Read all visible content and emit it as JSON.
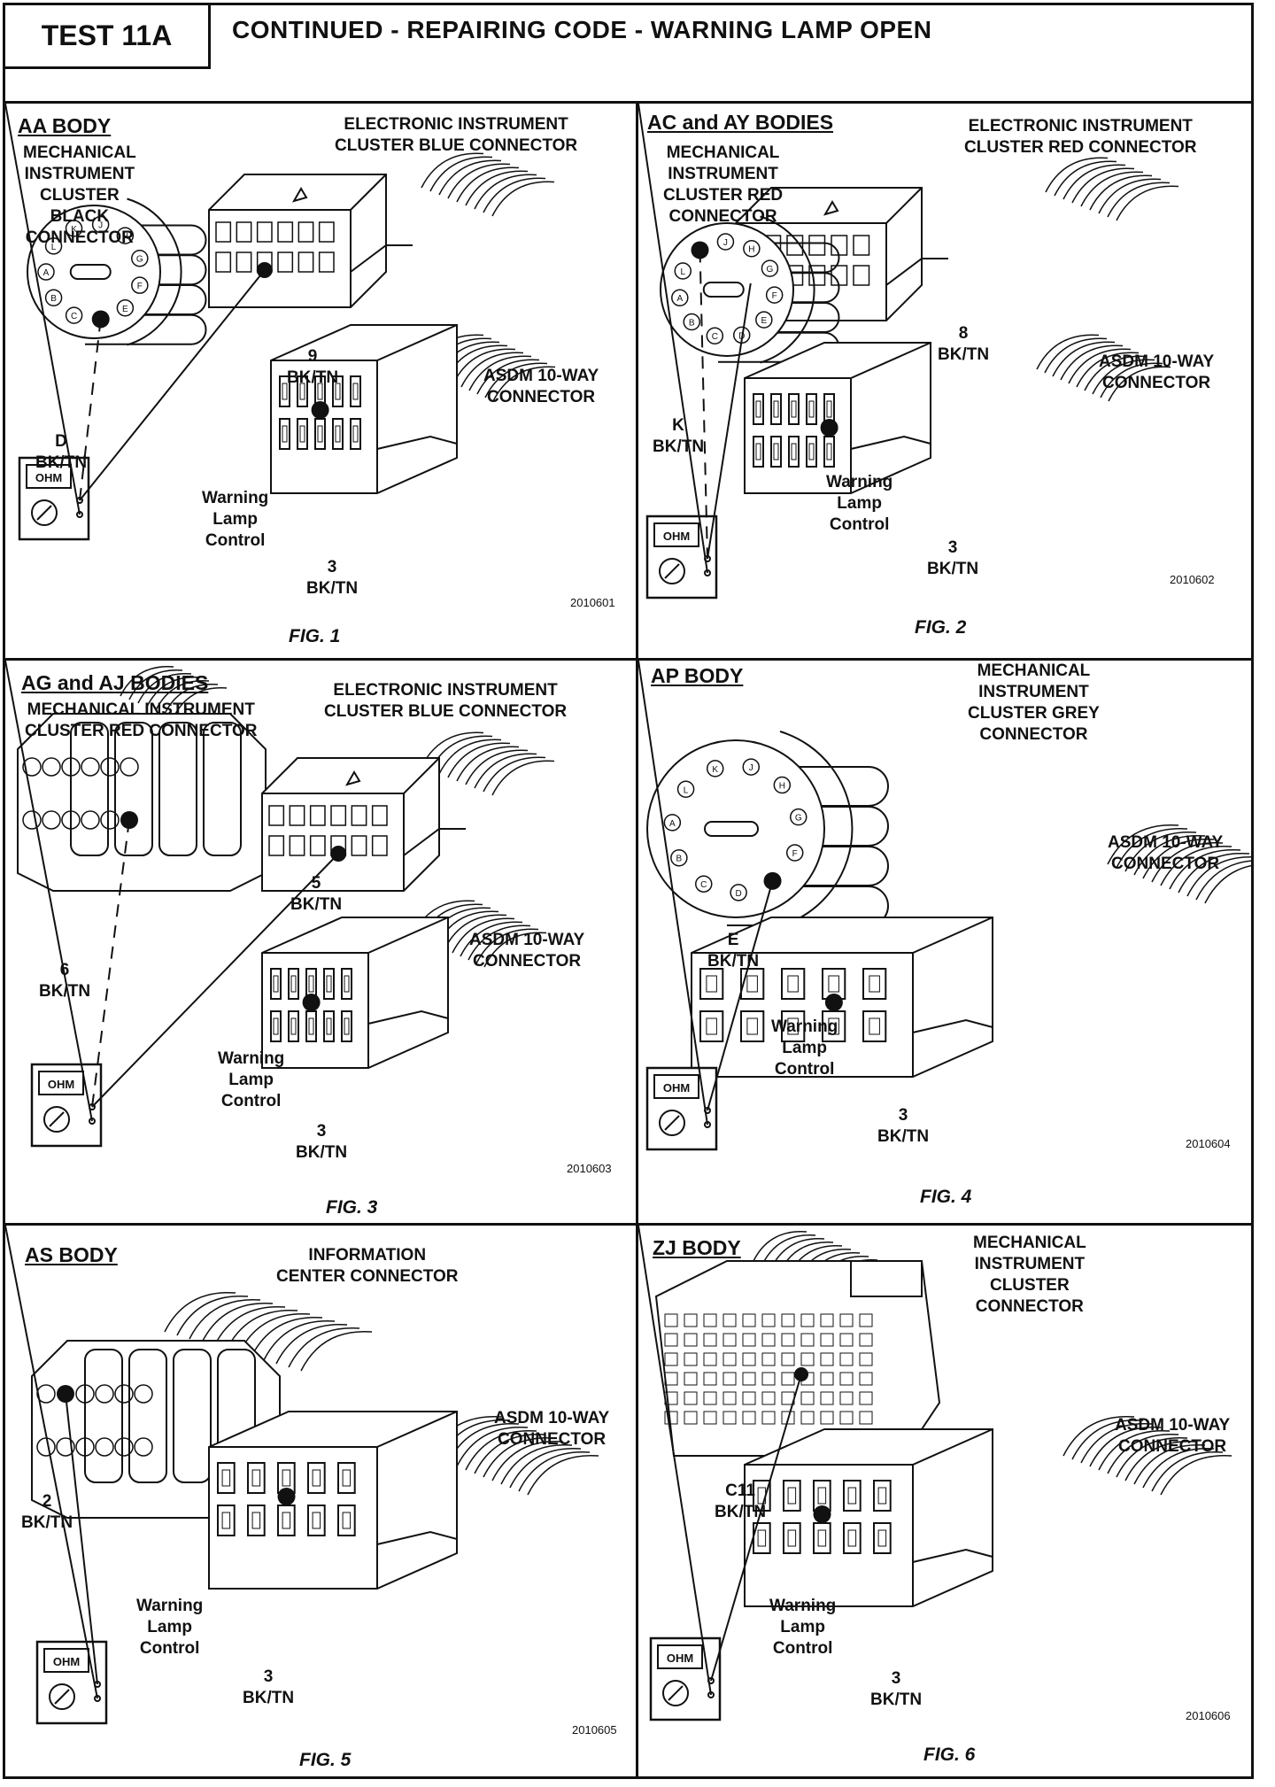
{
  "header": {
    "test_label": "TEST 11A",
    "title": "CONTINUED - REPAIRING CODE - WARNING LAMP OPEN"
  },
  "panels": [
    {
      "body_title": "AA BODY",
      "mech_label": "MECHANICAL\nINSTRUMENT\nCLUSTER\nBLACK\nCONNECTOR",
      "elec_label": "ELECTRONIC INSTRUMENT\nCLUSTER BLUE CONNECTOR",
      "asdm_label": "ASDM 10-WAY\nCONNECTOR",
      "pin_a": "D\nBK/TN",
      "pin_b": "9\nBK/TN",
      "pin_c": "3\nBK/TN",
      "control_label": "Warning\nLamp\nControl",
      "code": "2010601",
      "fig": "FIG. 1"
    },
    {
      "body_title": "AC and AY BODIES",
      "mech_label": "MECHANICAL\nINSTRUMENT\nCLUSTER RED\nCONNECTOR",
      "elec_label": "ELECTRONIC INSTRUMENT\nCLUSTER RED CONNECTOR",
      "asdm_label": "ASDM 10-WAY\nCONNECTOR",
      "pin_a": "K\nBK/TN",
      "pin_b": "8\nBK/TN",
      "pin_c": "3\nBK/TN",
      "control_label": "Warning\nLamp\nControl",
      "code": "2010602",
      "fig": "FIG. 2"
    },
    {
      "body_title": "AG and AJ BODIES",
      "mech_label": "MECHANICAL INSTRUMENT\nCLUSTER RED CONNECTOR",
      "elec_label": "ELECTRONIC INSTRUMENT\nCLUSTER BLUE CONNECTOR",
      "asdm_label": "ASDM 10-WAY\nCONNECTOR",
      "pin_a": "6\nBK/TN",
      "pin_b": "5\nBK/TN",
      "pin_c": "3\nBK/TN",
      "control_label": "Warning\nLamp\nControl",
      "code": "2010603",
      "fig": "FIG. 3"
    },
    {
      "body_title": "AP BODY",
      "mech_label": "MECHANICAL\nINSTRUMENT\nCLUSTER GREY\nCONNECTOR",
      "asdm_label": "ASDM 10-WAY\nCONNECTOR",
      "pin_a": "E\nBK/TN",
      "pin_c": "3\nBK/TN",
      "control_label": "Warning\nLamp\nControl",
      "code": "2010604",
      "fig": "FIG. 4"
    },
    {
      "body_title": "AS BODY",
      "mech_label": "INFORMATION\nCENTER CONNECTOR",
      "asdm_label": "ASDM 10-WAY\nCONNECTOR",
      "pin_a": "2\nBK/TN",
      "pin_c": "3\nBK/TN",
      "control_label": "Warning\nLamp\nControl",
      "code": "2010605",
      "fig": "FIG. 5"
    },
    {
      "body_title": "ZJ BODY",
      "mech_label": "MECHANICAL\nINSTRUMENT\nCLUSTER\nCONNECTOR",
      "asdm_label": "ASDM 10-WAY\nCONNECTOR",
      "pin_a": "C11\nBK/TN",
      "pin_c": "3\nBK/TN",
      "control_label": "Warning\nLamp\nControl",
      "code": "2010606",
      "fig": "FIG. 6"
    }
  ],
  "meter_text": "OHM",
  "round_pin_letters": [
    "A",
    "B",
    "C",
    "D",
    "E",
    "F",
    "G",
    "H",
    "J",
    "K",
    "L"
  ]
}
